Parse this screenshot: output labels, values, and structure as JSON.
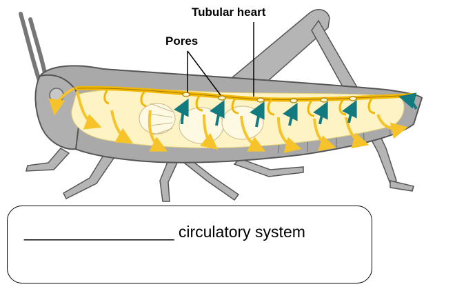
{
  "labels": {
    "tubular_heart": "Tubular heart",
    "pores": "Pores"
  },
  "answer": {
    "blank": "_________________",
    "text": "circulatory system"
  },
  "colors": {
    "body_fill": "#a9a9a9",
    "body_outline": "#555555",
    "hemolymph": "#fdf3c4",
    "heart_vessel": "#f2b705",
    "flow_arrow_yellow": "#f6c32a",
    "flow_arrow_teal": "#137a80"
  }
}
